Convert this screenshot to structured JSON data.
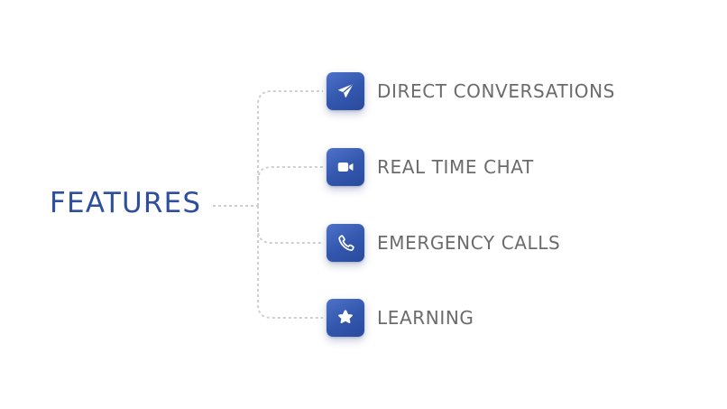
{
  "diagram": {
    "title": "FEATURES",
    "title_color": "#2d4f9e",
    "label_color": "#6b6b6b",
    "connector_color": "#cfcfcf",
    "tile_color": "#3a5db5",
    "features": [
      {
        "label": "DIRECT CONVERSATIONS",
        "icon": "send-icon"
      },
      {
        "label": "REAL TIME CHAT",
        "icon": "video-camera-icon"
      },
      {
        "label": "EMERGENCY CALLS",
        "icon": "phone-icon"
      },
      {
        "label": "LEARNING",
        "icon": "star-icon"
      }
    ]
  }
}
